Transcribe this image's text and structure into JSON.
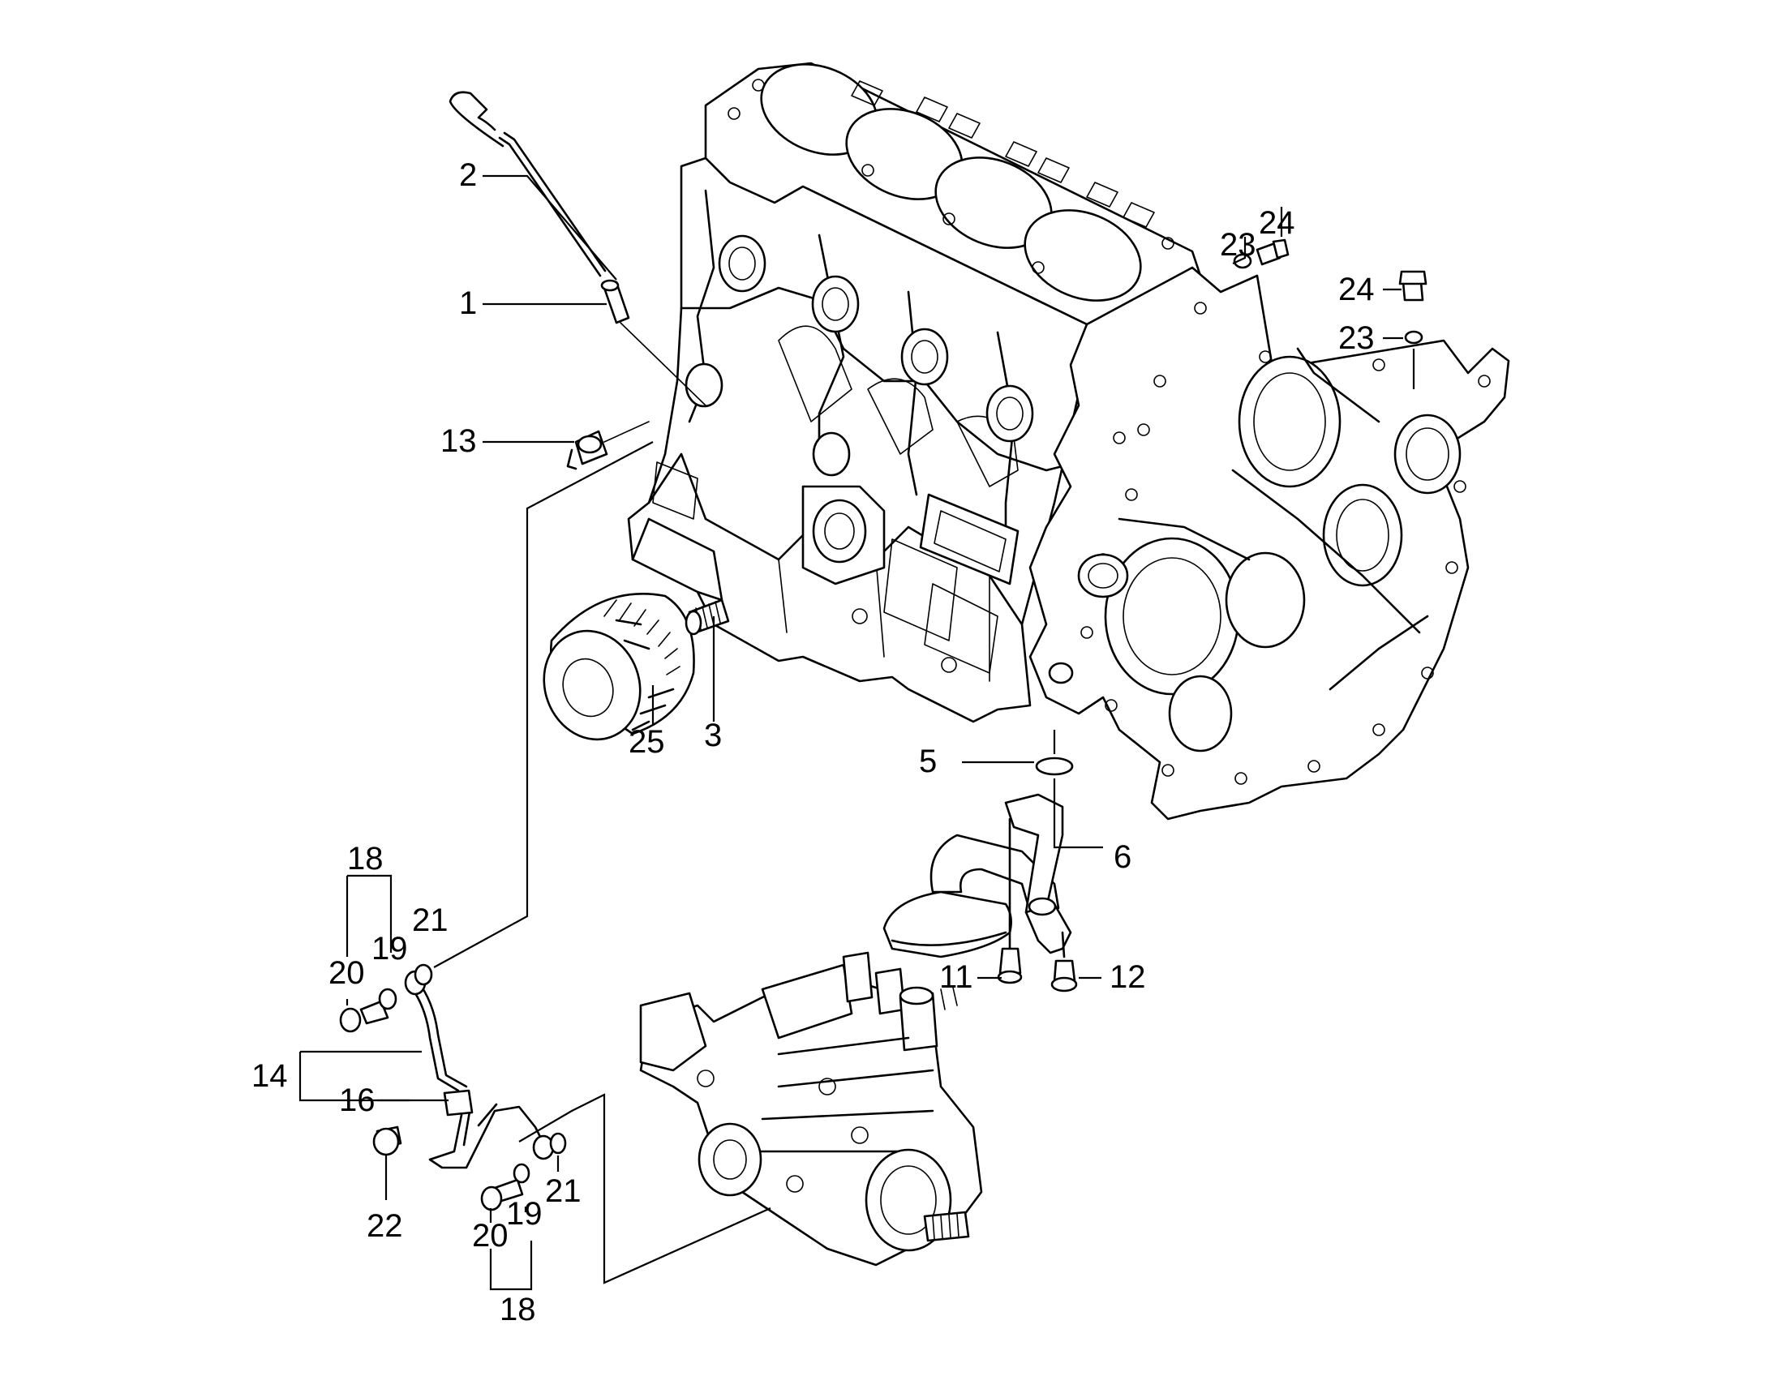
{
  "callouts": {
    "c1": "1",
    "c2": "2",
    "c3": "3",
    "c5": "5",
    "c6": "6",
    "c11": "11",
    "c12": "12",
    "c13": "13",
    "c14": "14",
    "c16": "16",
    "c18a": "18",
    "c18b": "18",
    "c19a": "19",
    "c19b": "19",
    "c20a": "20",
    "c20b": "20",
    "c21a": "21",
    "c21b": "21",
    "c22": "22",
    "c23a": "23",
    "c23b": "23",
    "c24a": "24",
    "c24b": "24",
    "c25": "25"
  }
}
